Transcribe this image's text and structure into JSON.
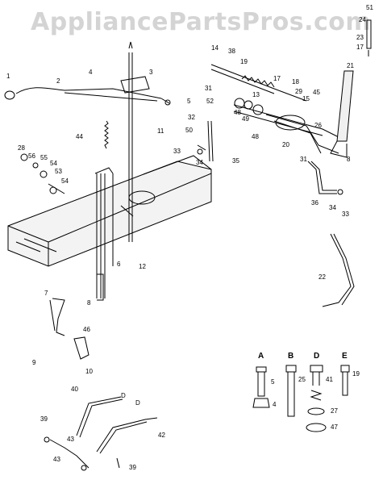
{
  "watermark": "AppliancePartsPros.com",
  "callouts": {
    "c1": "1",
    "c2": "2",
    "c3": "3",
    "c4": "4",
    "c44": "44",
    "c11": "11",
    "c28": "28",
    "c56": "56",
    "c55": "55",
    "c54a": "54",
    "c53": "53",
    "c54b": "54",
    "c12": "12",
    "c6": "6",
    "c7": "7",
    "c8a": "8",
    "c46": "46",
    "c9": "9",
    "c10": "10",
    "c40": "40",
    "cD1": "D",
    "cD2": "D",
    "c42": "42",
    "c39": "39",
    "c43a": "43",
    "c43b": "43",
    "c39b": "39",
    "c51": "51",
    "c24": "24",
    "c23": "23",
    "c17a": "17",
    "c14": "14",
    "c38": "38",
    "c19": "19",
    "c21": "21",
    "c17b": "17",
    "c18": "18",
    "c29": "29",
    "c15": "15",
    "c45": "45",
    "c13": "13",
    "c31a": "31",
    "c52": "52",
    "c5": "5",
    "c32": "32",
    "c48a": "48",
    "c49": "49",
    "c48b": "48",
    "c50": "50",
    "c33a": "33",
    "c34a": "34",
    "c35": "35",
    "c26": "26",
    "c20": "20",
    "c8b": "8",
    "c31b": "31",
    "c36": "36",
    "c34b": "34",
    "c33b": "33",
    "c22": "22"
  },
  "legend": {
    "A": "A",
    "B": "B",
    "D": "D",
    "E": "E",
    "n5": "5",
    "n25": "25",
    "n41": "41",
    "n19": "19",
    "n4": "4",
    "n27": "27",
    "n47": "47"
  }
}
